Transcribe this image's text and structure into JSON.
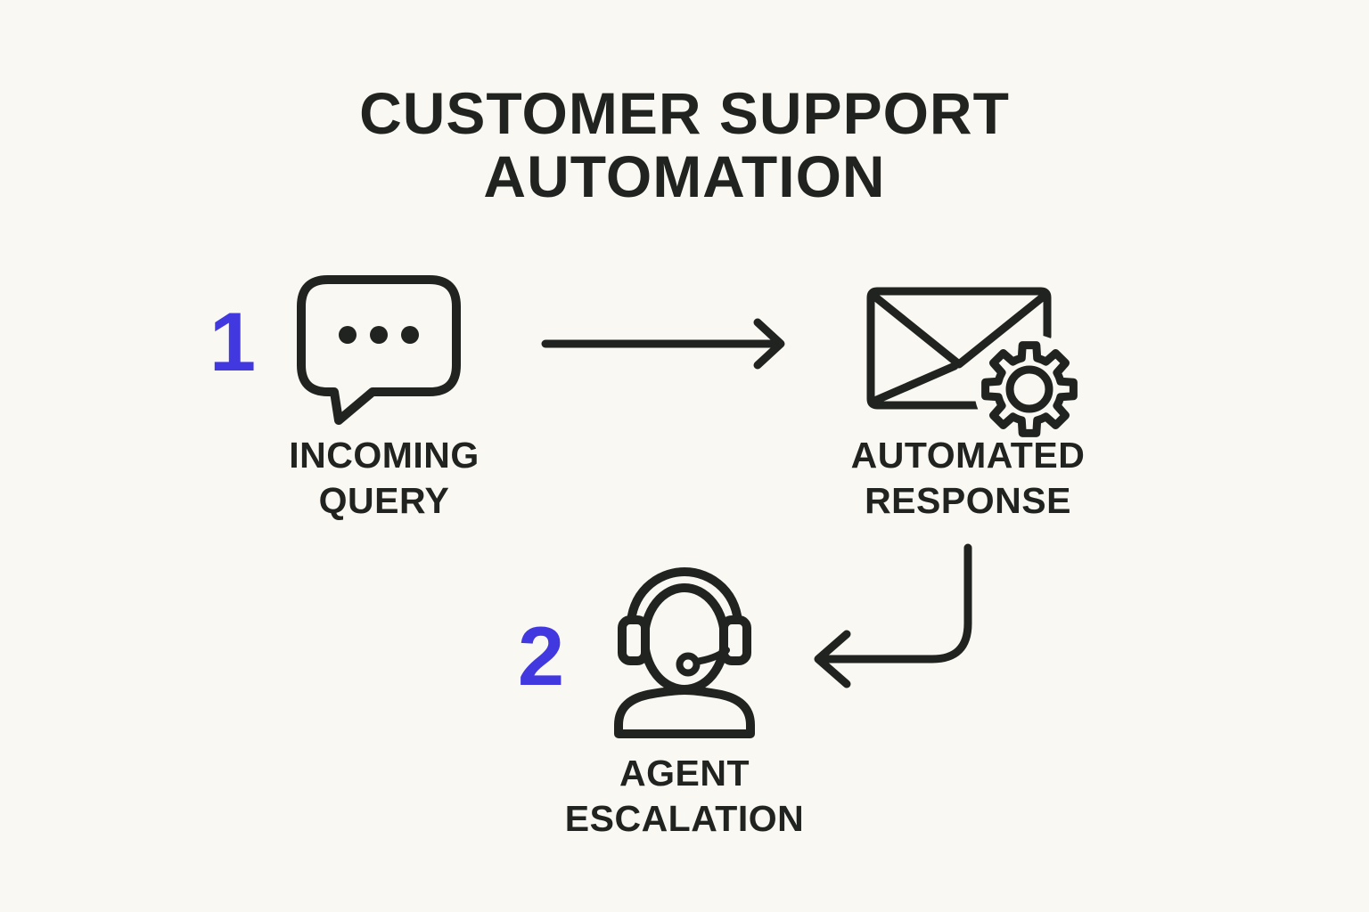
{
  "colors": {
    "background": "#faf8f3",
    "ink": "#20231f",
    "accent": "#4138e0"
  },
  "title": {
    "line1": "CUSTOMER SUPPORT",
    "line2": "AUTOMATION"
  },
  "steps": [
    {
      "number": "1",
      "icon": "speech-bubble-icon",
      "label": {
        "line1": "INCOMING",
        "line2": "QUERY"
      }
    },
    {
      "number": "",
      "icon": "envelope-gear-icon",
      "label": {
        "line1": "AUTOMATED",
        "line2": "RESPONSE"
      }
    },
    {
      "number": "2",
      "icon": "headset-agent-icon",
      "label": {
        "line1": "AGENT",
        "line2": "ESCALATION"
      }
    }
  ],
  "connectors": [
    {
      "icon": "arrow-right-icon",
      "direction": "right"
    },
    {
      "icon": "arrow-elbow-left-icon",
      "direction": "down-then-left"
    }
  ]
}
